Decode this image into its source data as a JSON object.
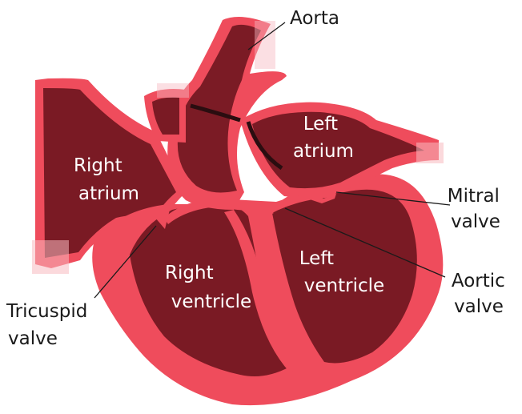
{
  "labels": {
    "aorta": "Aorta",
    "left_atrium": [
      "Left",
      "atrium"
    ],
    "right_atrium": [
      "Right",
      "atrium"
    ],
    "mitral_valve": [
      "Mitral",
      "valve"
    ],
    "aortic_valve": [
      "Aortic",
      "valve"
    ],
    "left_ventricle": [
      "Left",
      "ventricle"
    ],
    "right_ventricle": [
      "Right",
      "ventricle"
    ],
    "tricuspid_valve": [
      "Tricuspid",
      "valve"
    ]
  },
  "colors": {
    "muscle": "#ef4c5c",
    "chamber": "#7a1a24",
    "blood_dark": "#7b1b25",
    "fade": "#f7b9c0",
    "text_inside": "#ffffff",
    "text_outside": "#1a1a1a"
  }
}
